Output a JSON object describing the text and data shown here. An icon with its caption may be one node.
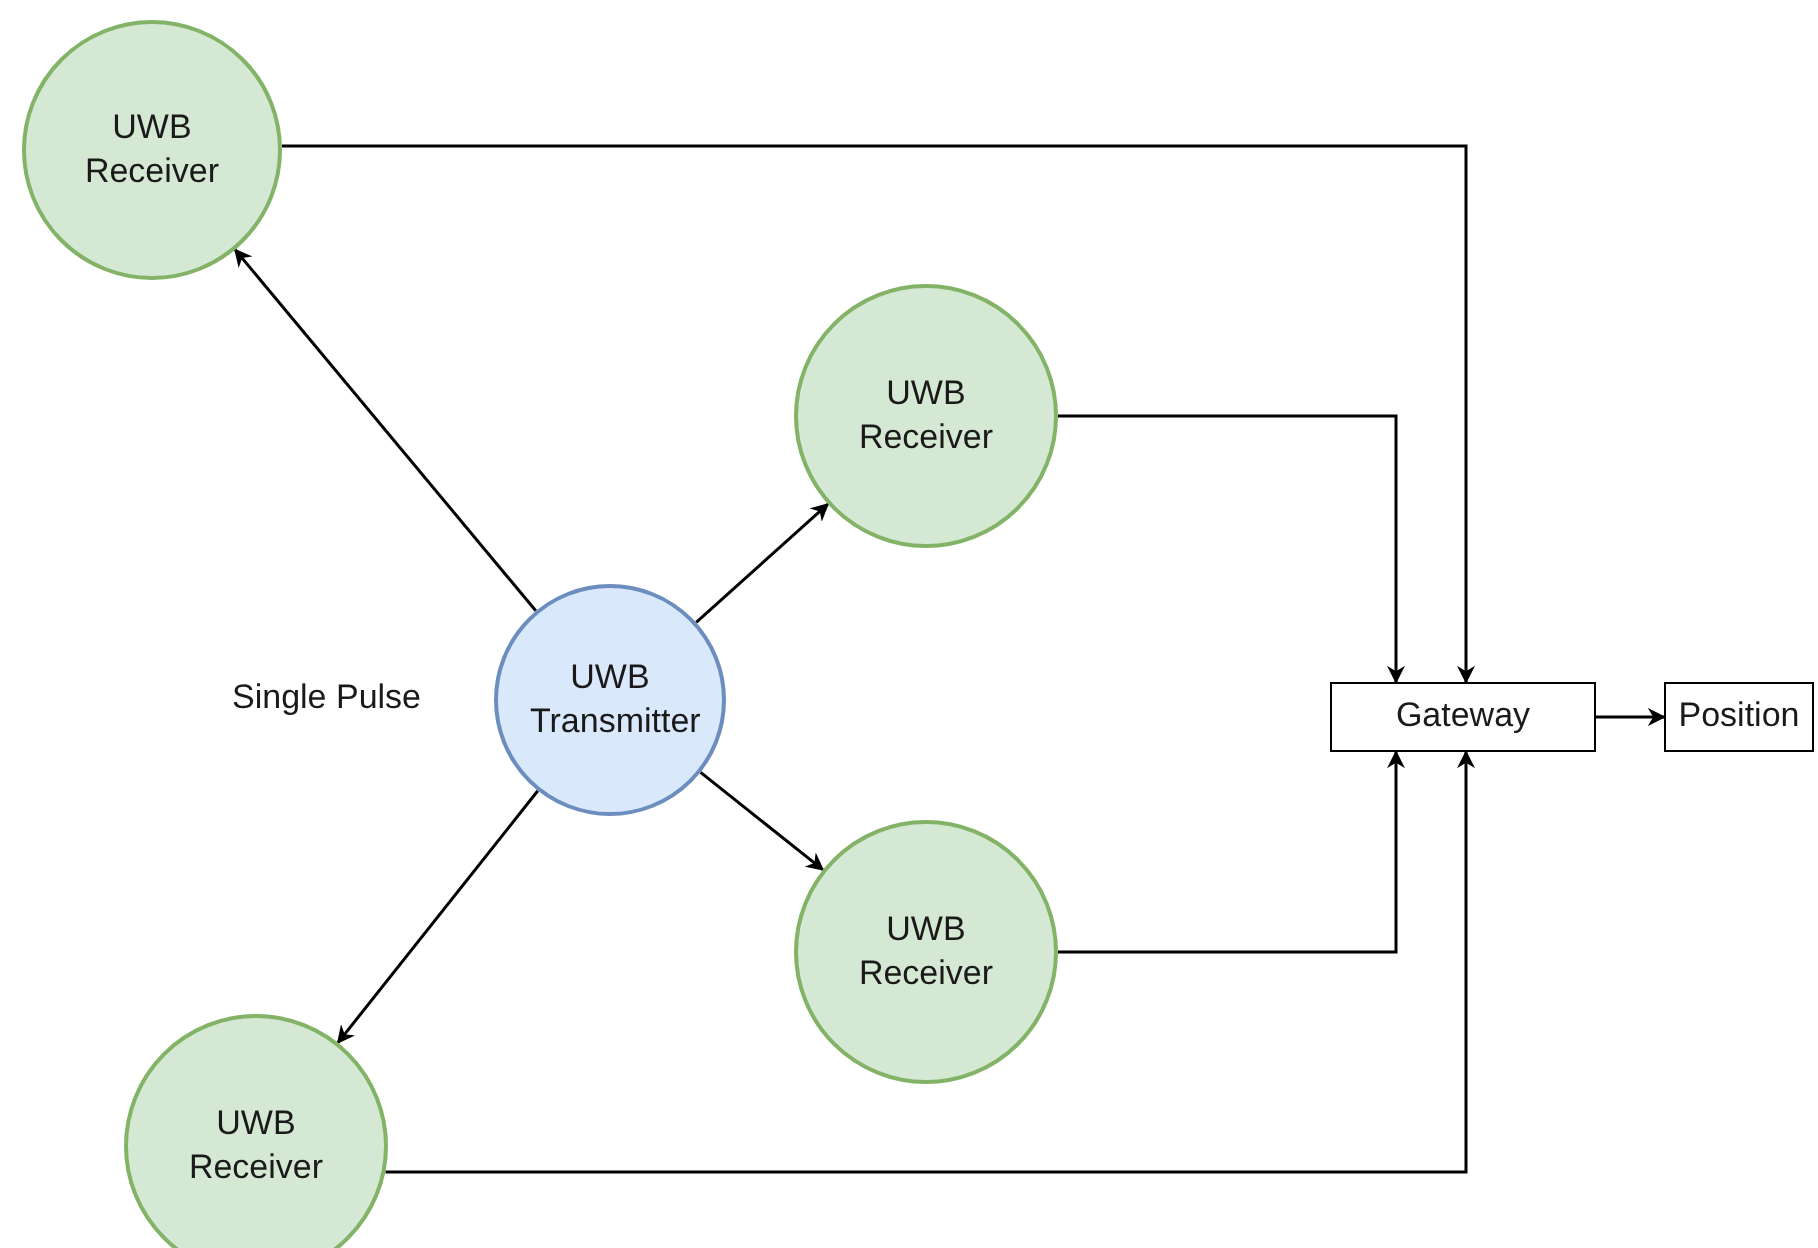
{
  "diagram": {
    "nodes": [
      {
        "text": [
          "UWB Receiver"
        ]
      },
      {
        "text": [
          "UWB Receiver"
        ]
      },
      {
        "text": [
          "UWB Transmitter"
        ]
      },
      {
        "text": [
          "UWB Receiver"
        ]
      },
      {
        "text": [
          "UWB Receiver"
        ]
      },
      {
        "text": [
          "Gateway"
        ]
      },
      {
        "text": [
          "Position"
        ]
      }
    ],
    "edges": [
      {
        "from": 2,
        "to": 0,
        "arrow": "to"
      },
      {
        "from": 2,
        "to": 1,
        "arrow": "to"
      },
      {
        "from": 2,
        "to": 3,
        "arrow": "to"
      },
      {
        "from": 2,
        "to": 4,
        "arrow": "to"
      },
      {
        "from": 0,
        "to": 5,
        "arrow": "to"
      },
      {
        "from": 1,
        "to": 5,
        "arrow": "to"
      },
      {
        "from": 3,
        "to": 5,
        "arrow": "to"
      },
      {
        "from": 4,
        "to": 5,
        "arrow": "to"
      },
      {
        "from": 5,
        "to": 6,
        "arrow": "to"
      }
    ],
    "labels": [
      "Single Pulse"
    ]
  }
}
